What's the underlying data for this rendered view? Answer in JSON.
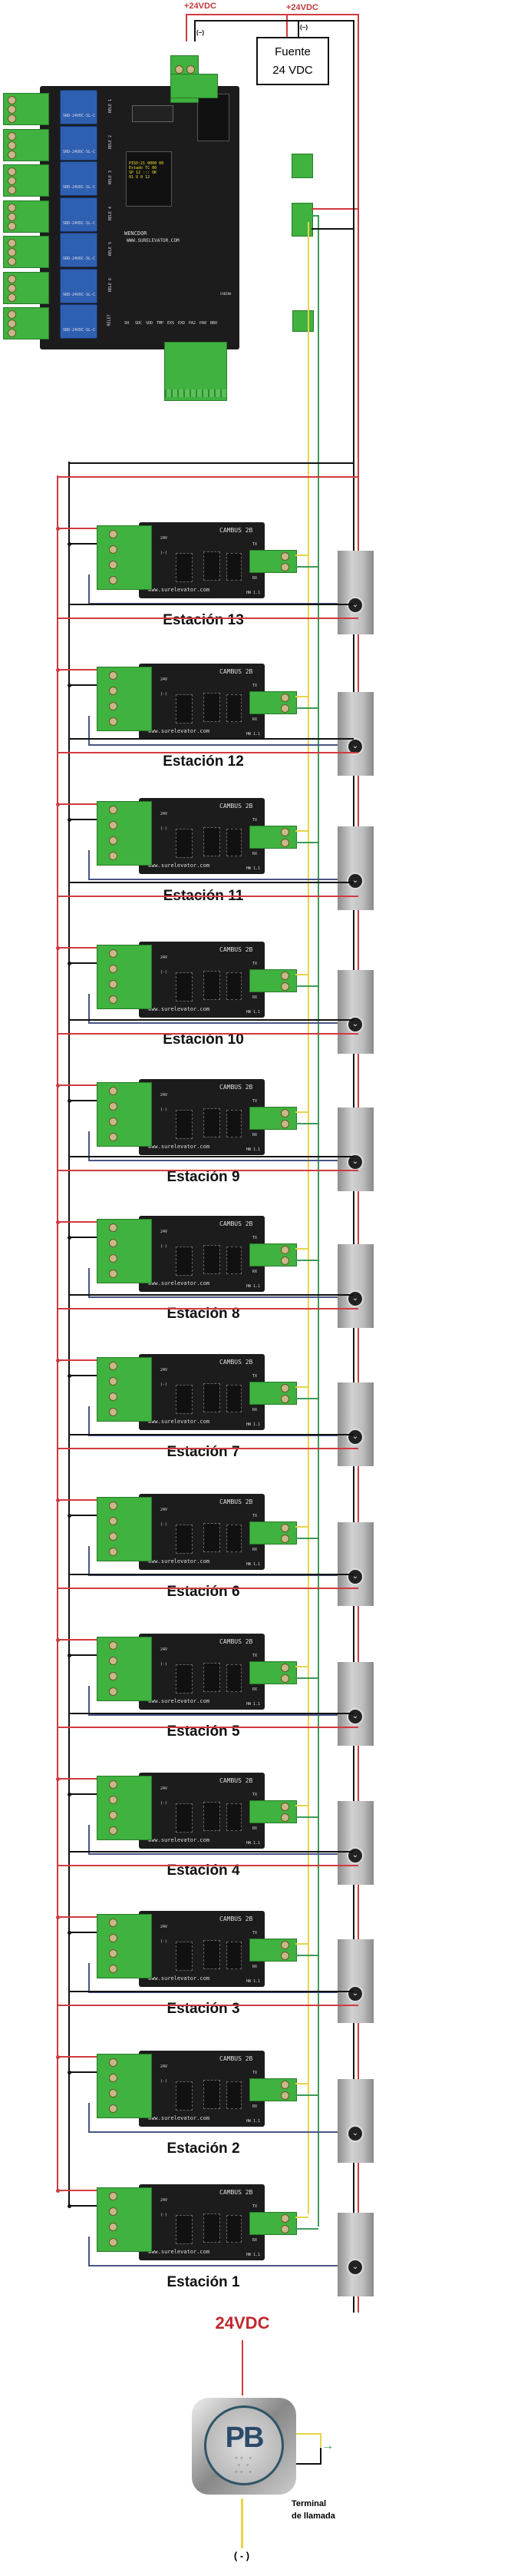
{
  "top": {
    "supply_label_1": "+24VDC",
    "supply_label_2": "+24VDC",
    "neg_label_1": "(−)",
    "neg_label_2": "(−)",
    "power_supply": {
      "line1": "Fuente",
      "line2": "24 VDC"
    }
  },
  "main_board": {
    "brand_line1": "WENCDOR",
    "brand_line2": "WWW.SURELEVATOR.COM",
    "relay_text": "SRD-24VDC-SL-C",
    "relay_labels": [
      "RELE 1",
      "RELE 2",
      "RELE 3",
      "RELE 4",
      "RELE 5",
      "RELE 6",
      "RELE7"
    ],
    "input_labels": [
      "SH",
      "SDC",
      "SDD",
      "TMP",
      "EXS",
      "EXD",
      "PA2",
      "PA0",
      "BB0"
    ],
    "cabina_label": "CABINA"
  },
  "station_board": {
    "model": "CAMBUS 2B",
    "url": "www.surelevator.com",
    "hw": "HW 1.1",
    "pin_24v": "24V",
    "pin_neg": "(-)",
    "tx": "TX",
    "rx": "RX"
  },
  "stations": [
    {
      "label": "Estación 13"
    },
    {
      "label": "Estación 12"
    },
    {
      "label": "Estación 11"
    },
    {
      "label": "Estación 10"
    },
    {
      "label": "Estación 9"
    },
    {
      "label": "Estación 8"
    },
    {
      "label": "Estación 7"
    },
    {
      "label": "Estación 6"
    },
    {
      "label": "Estación 5"
    },
    {
      "label": "Estación 4"
    },
    {
      "label": "Estación 3"
    },
    {
      "label": "Estación 2"
    },
    {
      "label": "Estación 1"
    }
  ],
  "call_button_detail": {
    "supply_label": "24VDC",
    "button_text": "PB",
    "terminal_label_line1": "Terminal",
    "terminal_label_line2": "de llamada",
    "neg_label": "( - )"
  },
  "colors": {
    "positive": "#d13a3f",
    "negative": "#111111",
    "can_high": "#e8d44a",
    "can_low": "#3c9a5a",
    "call": "#4a5585",
    "pcb": "#1c1c1c",
    "terminal": "#3fb23f"
  }
}
